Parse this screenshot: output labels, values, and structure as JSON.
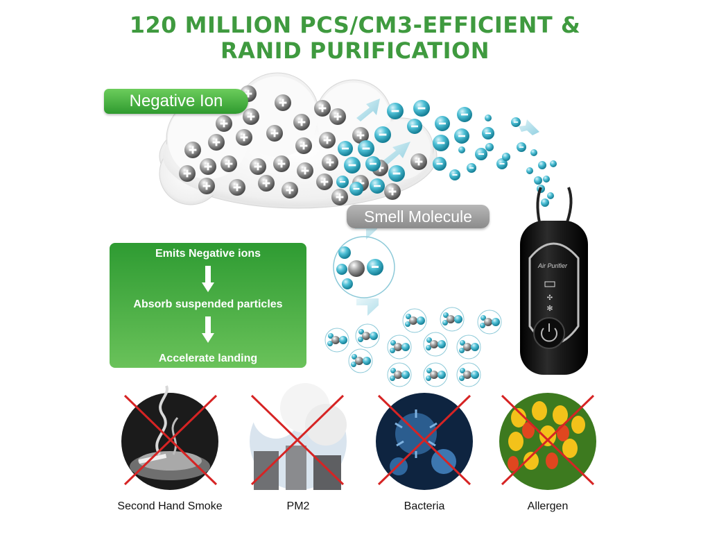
{
  "title": {
    "line1": "120 MILLION PCS/CM3-EFFICIENT &",
    "line2": "RANID PURIFICATION"
  },
  "labels": {
    "negative_ion": "Negative Ion",
    "smell_molecule": "Smell Molecule"
  },
  "process_steps": [
    "Emits Negative ions",
    "Absorb suspended particles",
    "Accelerate landing"
  ],
  "device": {
    "label": "Air Purifier",
    "controls": [
      "battery-indicator-icon",
      "ion-mode-icon",
      "fan-icon",
      "power-icon"
    ]
  },
  "targets": [
    {
      "label": "Second Hand Smoke",
      "icon": "cigarette-smoke-icon"
    },
    {
      "label": "PM2",
      "icon": "factory-chimney-icon"
    },
    {
      "label": "Bacteria",
      "icon": "bacteria-icon"
    },
    {
      "label": "Allergen",
      "icon": "tulip-flowers-icon"
    }
  ],
  "colors": {
    "title_green": "#3f9a3f",
    "ion_blue": "#2fa8c2",
    "cross_red": "#d62424",
    "device_black": "#111111"
  }
}
